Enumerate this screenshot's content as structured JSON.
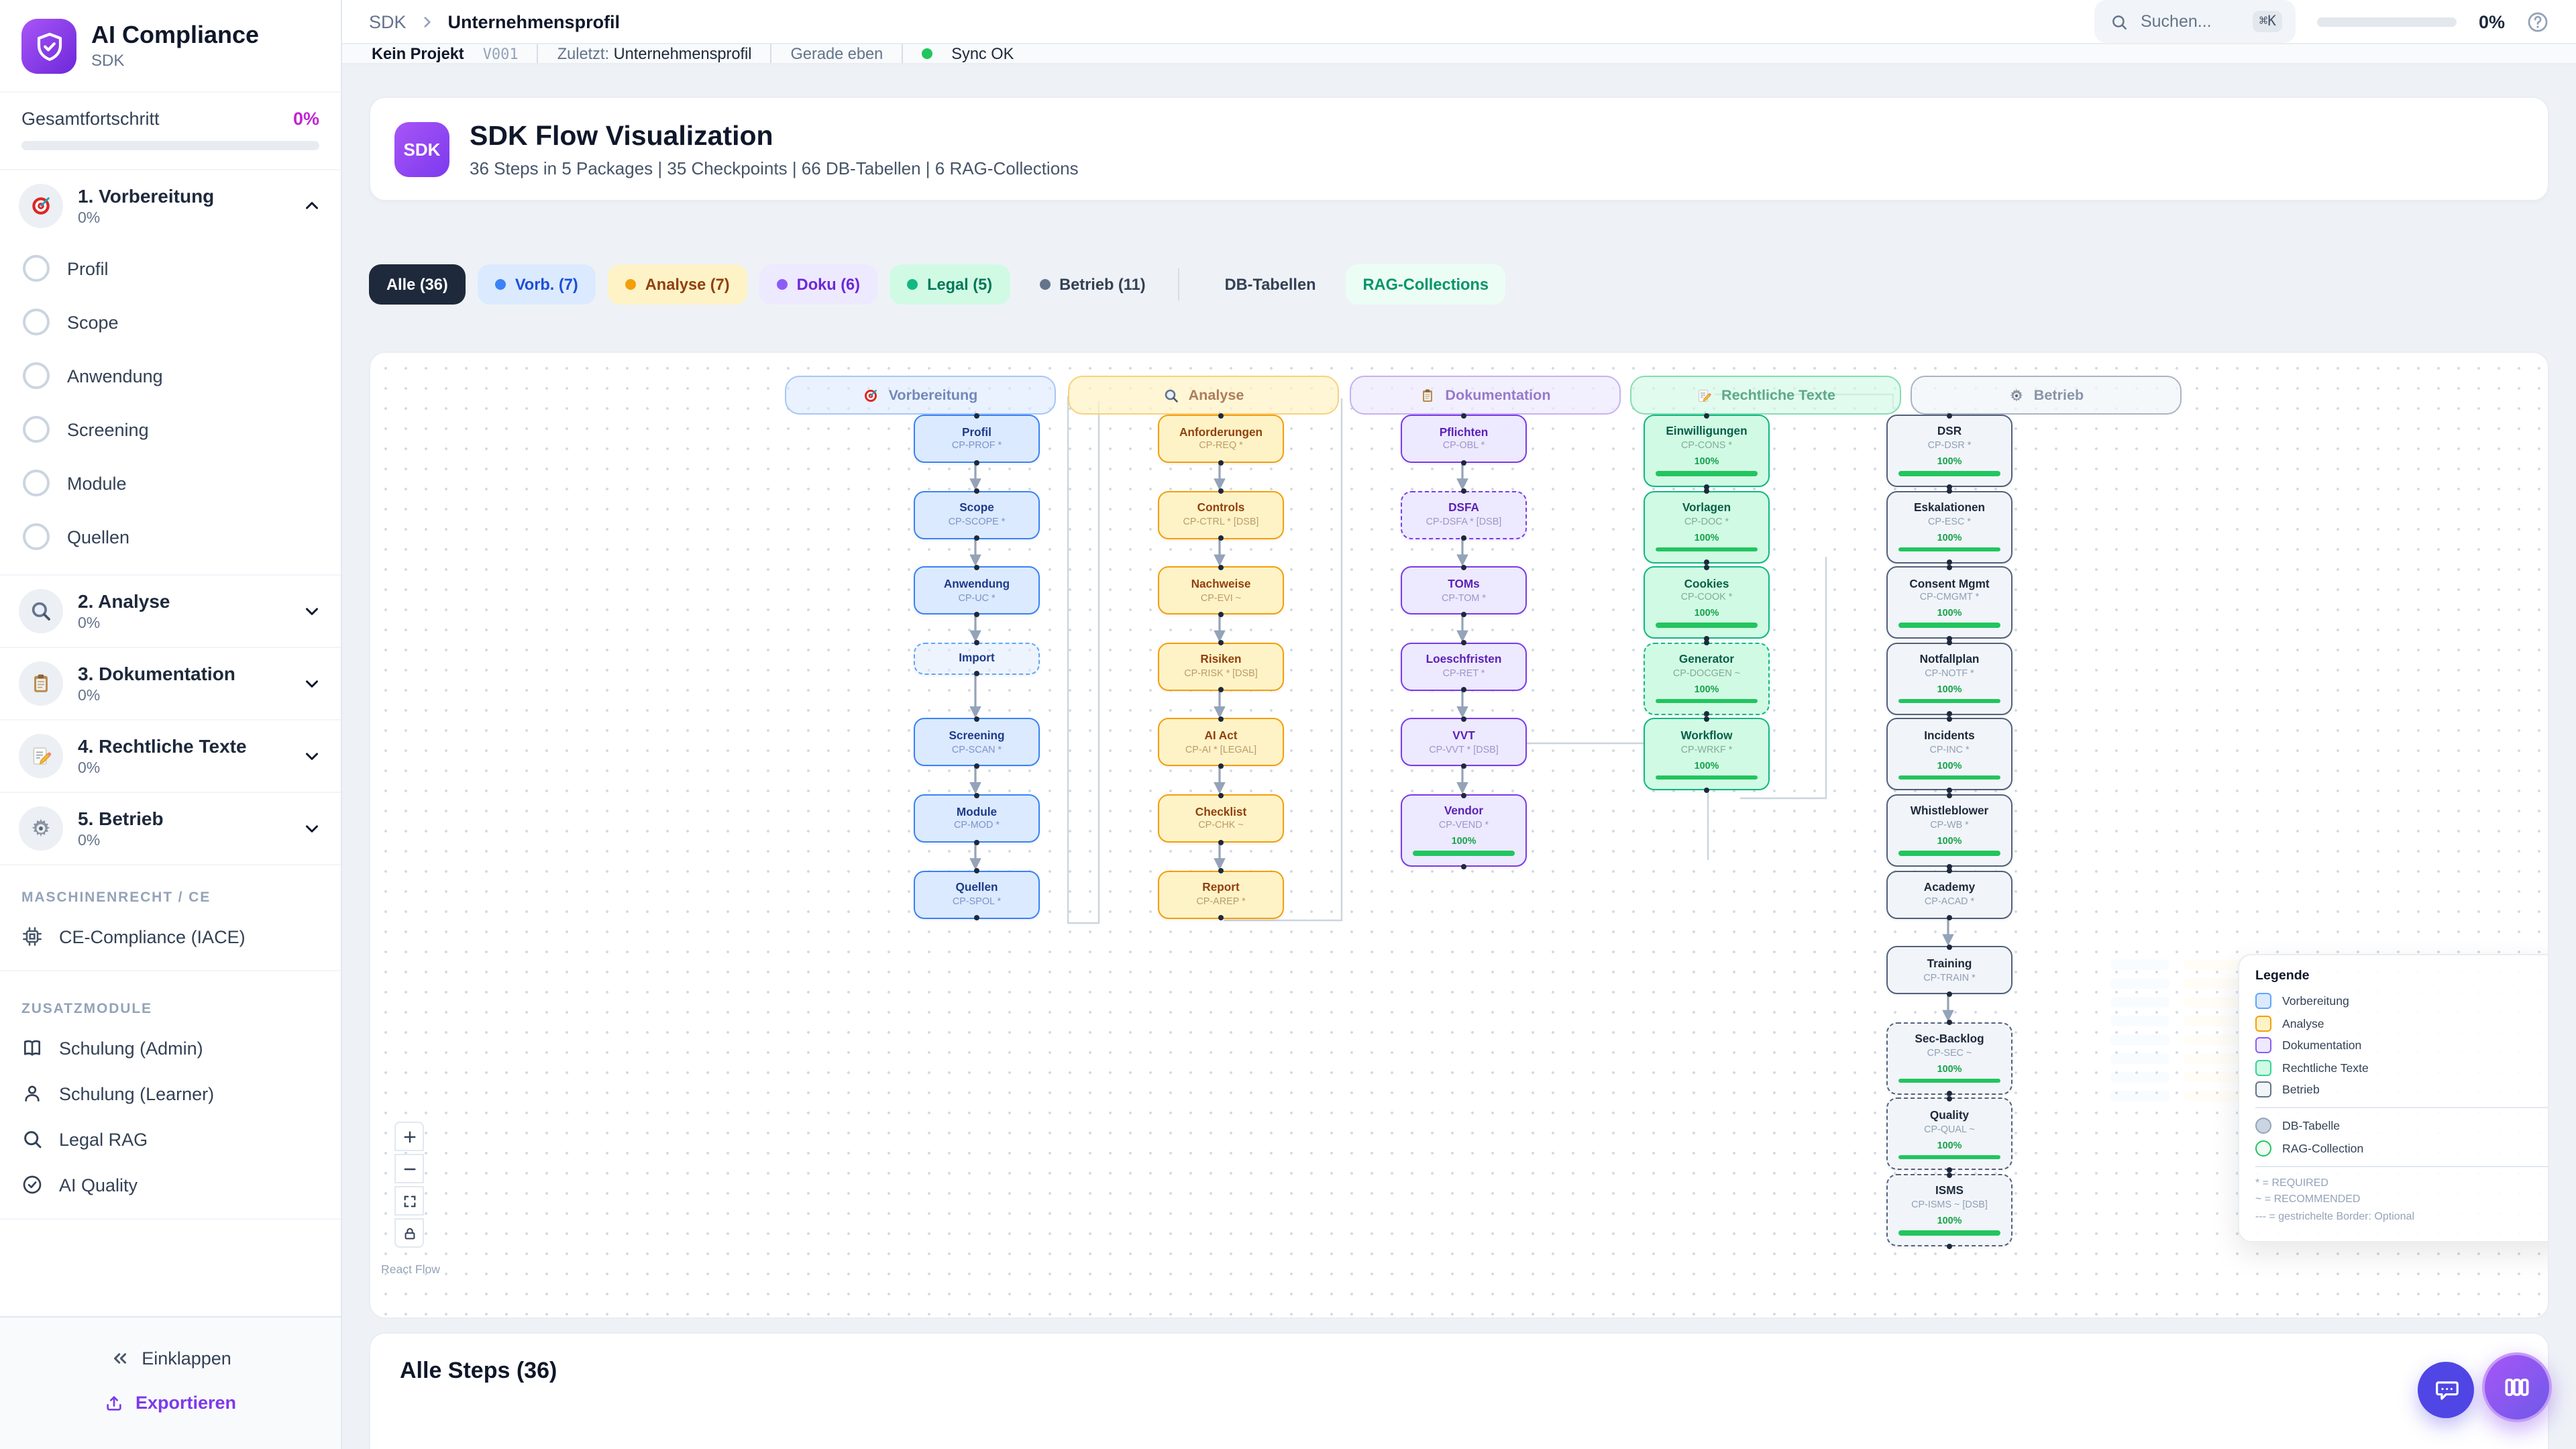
{
  "sidebar": {
    "app_title": "AI Compliance",
    "app_subtitle": "SDK",
    "overall_label": "Gesamtfortschritt",
    "overall_value": "0%",
    "packages": [
      {
        "icon": "target-icon",
        "label": "1. Vorbereitung",
        "percent": "0%",
        "expanded": true,
        "items": [
          "Profil",
          "Scope",
          "Anwendung",
          "Screening",
          "Module",
          "Quellen"
        ]
      },
      {
        "icon": "magnifier-icon",
        "label": "2. Analyse",
        "percent": "0%",
        "expanded": false,
        "items": []
      },
      {
        "icon": "clipboard-icon",
        "label": "3. Dokumentation",
        "percent": "0%",
        "expanded": false,
        "items": []
      },
      {
        "icon": "memo-icon",
        "label": "4. Rechtliche Texte",
        "percent": "0%",
        "expanded": false,
        "items": []
      },
      {
        "icon": "gear-icon",
        "label": "5. Betrieb",
        "percent": "0%",
        "expanded": false,
        "items": []
      }
    ],
    "sections": [
      {
        "heading": "MASCHINENRECHT / CE",
        "items": [
          {
            "icon": "cpu-icon",
            "label": "CE-Compliance (IACE)"
          }
        ]
      },
      {
        "heading": "ZUSATZMODULE",
        "items": [
          {
            "icon": "book-icon",
            "label": "Schulung (Admin)"
          },
          {
            "icon": "person-icon",
            "label": "Schulung (Learner)"
          },
          {
            "icon": "search-icon",
            "label": "Legal RAG"
          },
          {
            "icon": "check-circle-icon",
            "label": "AI Quality"
          }
        ]
      }
    ],
    "collapse_label": "Einklappen",
    "export_label": "Exportieren"
  },
  "topbar": {
    "breadcrumb": [
      "SDK",
      "Unternehmensprofil"
    ],
    "search_placeholder": "Suchen...",
    "search_shortcut": "⌘K",
    "progress_value": "0%"
  },
  "statusbar": {
    "project": "Kein Projekt",
    "version": "V001",
    "last_label": "Zuletzt:",
    "last_value": "Unternehmensprofil",
    "time": "Gerade eben",
    "sync": "Sync OK"
  },
  "header": {
    "badge": "SDK",
    "title": "SDK Flow Visualization",
    "subtitle": "36 Steps in 5 Packages | 35 Checkpoints | 66 DB-Tabellen | 6 RAG-Collections"
  },
  "filters": [
    {
      "label": "Alle (36)",
      "theme": "dark",
      "active": true
    },
    {
      "label": "Vorb. (7)",
      "theme": "blue",
      "dot": "#3b82f6"
    },
    {
      "label": "Analyse (7)",
      "theme": "amber",
      "dot": "#f59e0b"
    },
    {
      "label": "Doku (6)",
      "theme": "purple",
      "dot": "#8b5cf6"
    },
    {
      "label": "Legal (5)",
      "theme": "green",
      "dot": "#10b981"
    },
    {
      "label": "Betrieb (11)",
      "theme": "slate",
      "dot": "#64748b"
    },
    {
      "divider": true
    },
    {
      "label": "DB-Tabellen",
      "theme": "plain"
    },
    {
      "label": "RAG-Collections",
      "theme": "mint"
    }
  ],
  "flow": {
    "groups": [
      {
        "label": "Vorbereitung",
        "icon": "target-icon",
        "color": "blue",
        "nodes": [
          {
            "title": "Profil",
            "code": "CP-PROF *"
          },
          {
            "title": "Scope",
            "code": "CP-SCOPE *"
          },
          {
            "title": "Anwendung",
            "code": "CP-UC *"
          },
          {
            "title": "Import",
            "dashed": true
          },
          {
            "title": "Screening",
            "code": "CP-SCAN *"
          },
          {
            "title": "Module",
            "code": "CP-MOD *"
          },
          {
            "title": "Quellen",
            "code": "CP-SPOL *"
          }
        ]
      },
      {
        "label": "Analyse",
        "icon": "magnifier-icon",
        "color": "amber",
        "nodes": [
          {
            "title": "Anforderungen",
            "code": "CP-REQ *"
          },
          {
            "title": "Controls",
            "code": "CP-CTRL * [DSB]"
          },
          {
            "title": "Nachweise",
            "code": "CP-EVI ~"
          },
          {
            "title": "Risiken",
            "code": "CP-RISK * [DSB]"
          },
          {
            "title": "AI Act",
            "code": "CP-AI * [LEGAL]"
          },
          {
            "title": "Checklist",
            "code": "CP-CHK ~"
          },
          {
            "title": "Report",
            "code": "CP-AREP *"
          }
        ]
      },
      {
        "label": "Dokumentation",
        "icon": "clipboard-icon",
        "color": "purple",
        "nodes": [
          {
            "title": "Pflichten",
            "code": "CP-OBL *"
          },
          {
            "title": "DSFA",
            "code": "CP-DSFA * [DSB]",
            "dashed": true
          },
          {
            "title": "TOMs",
            "code": "CP-TOM *"
          },
          {
            "title": "Loeschfristen",
            "code": "CP-RET *"
          },
          {
            "title": "VVT",
            "code": "CP-VVT * [DSB]"
          },
          {
            "title": "Vendor",
            "code": "CP-VEND *",
            "progress": "100%"
          }
        ]
      },
      {
        "label": "Rechtliche Texte",
        "icon": "memo-icon",
        "color": "green",
        "nodes": [
          {
            "title": "Einwilligungen",
            "code": "CP-CONS *",
            "progress": "100%"
          },
          {
            "title": "Vorlagen",
            "code": "CP-DOC *",
            "progress": "100%"
          },
          {
            "title": "Cookies",
            "code": "CP-COOK *",
            "progress": "100%"
          },
          {
            "title": "Generator",
            "code": "CP-DOCGEN ~",
            "progress": "100%",
            "dashed": true
          },
          {
            "title": "Workflow",
            "code": "CP-WRKF *",
            "progress": "100%"
          }
        ]
      },
      {
        "label": "Betrieb",
        "icon": "gear-icon",
        "color": "slate",
        "nodes": [
          {
            "title": "DSR",
            "code": "CP-DSR *",
            "progress": "100%"
          },
          {
            "title": "Eskalationen",
            "code": "CP-ESC *",
            "progress": "100%"
          },
          {
            "title": "Consent Mgmt",
            "code": "CP-CMGMT *",
            "progress": "100%"
          },
          {
            "title": "Notfallplan",
            "code": "CP-NOTF *",
            "progress": "100%"
          },
          {
            "title": "Incidents",
            "code": "CP-INC *",
            "progress": "100%"
          },
          {
            "title": "Whistleblower",
            "code": "CP-WB *",
            "progress": "100%"
          },
          {
            "title": "Academy",
            "code": "CP-ACAD *"
          },
          {
            "title": "Training",
            "code": "CP-TRAIN *"
          },
          {
            "title": "Sec-Backlog",
            "code": "CP-SEC ~",
            "progress": "100%",
            "dashed": true
          },
          {
            "title": "Quality",
            "code": "CP-QUAL ~",
            "progress": "100%",
            "dashed": true
          },
          {
            "title": "ISMS",
            "code": "CP-ISMS ~ [DSB]",
            "progress": "100%",
            "dashed": true
          }
        ]
      }
    ]
  },
  "legend": {
    "title": "Legende",
    "groups": [
      {
        "label": "Vorbereitung",
        "color": "blue"
      },
      {
        "label": "Analyse",
        "color": "amber"
      },
      {
        "label": "Dokumentation",
        "color": "purple"
      },
      {
        "label": "Rechtliche Texte",
        "color": "green"
      },
      {
        "label": "Betrieb",
        "color": "slate"
      }
    ],
    "shapes": [
      {
        "label": "DB-Tabelle",
        "type": "db-table"
      },
      {
        "label": "RAG-Collection",
        "type": "rag-collection"
      }
    ],
    "footnotes": [
      "* = REQUIRED",
      "~ = RECOMMENDED",
      "--- = gestrichelte Border: Optional"
    ]
  },
  "canvas": {
    "attribution": "React Flow"
  },
  "bottom": {
    "steps_title": "Alle Steps (36)"
  },
  "colors": {
    "accent": "#7c3aed",
    "progress_green": "#22c55e",
    "sync_green": "#22c55e",
    "overall_percent": "#c026d3"
  }
}
